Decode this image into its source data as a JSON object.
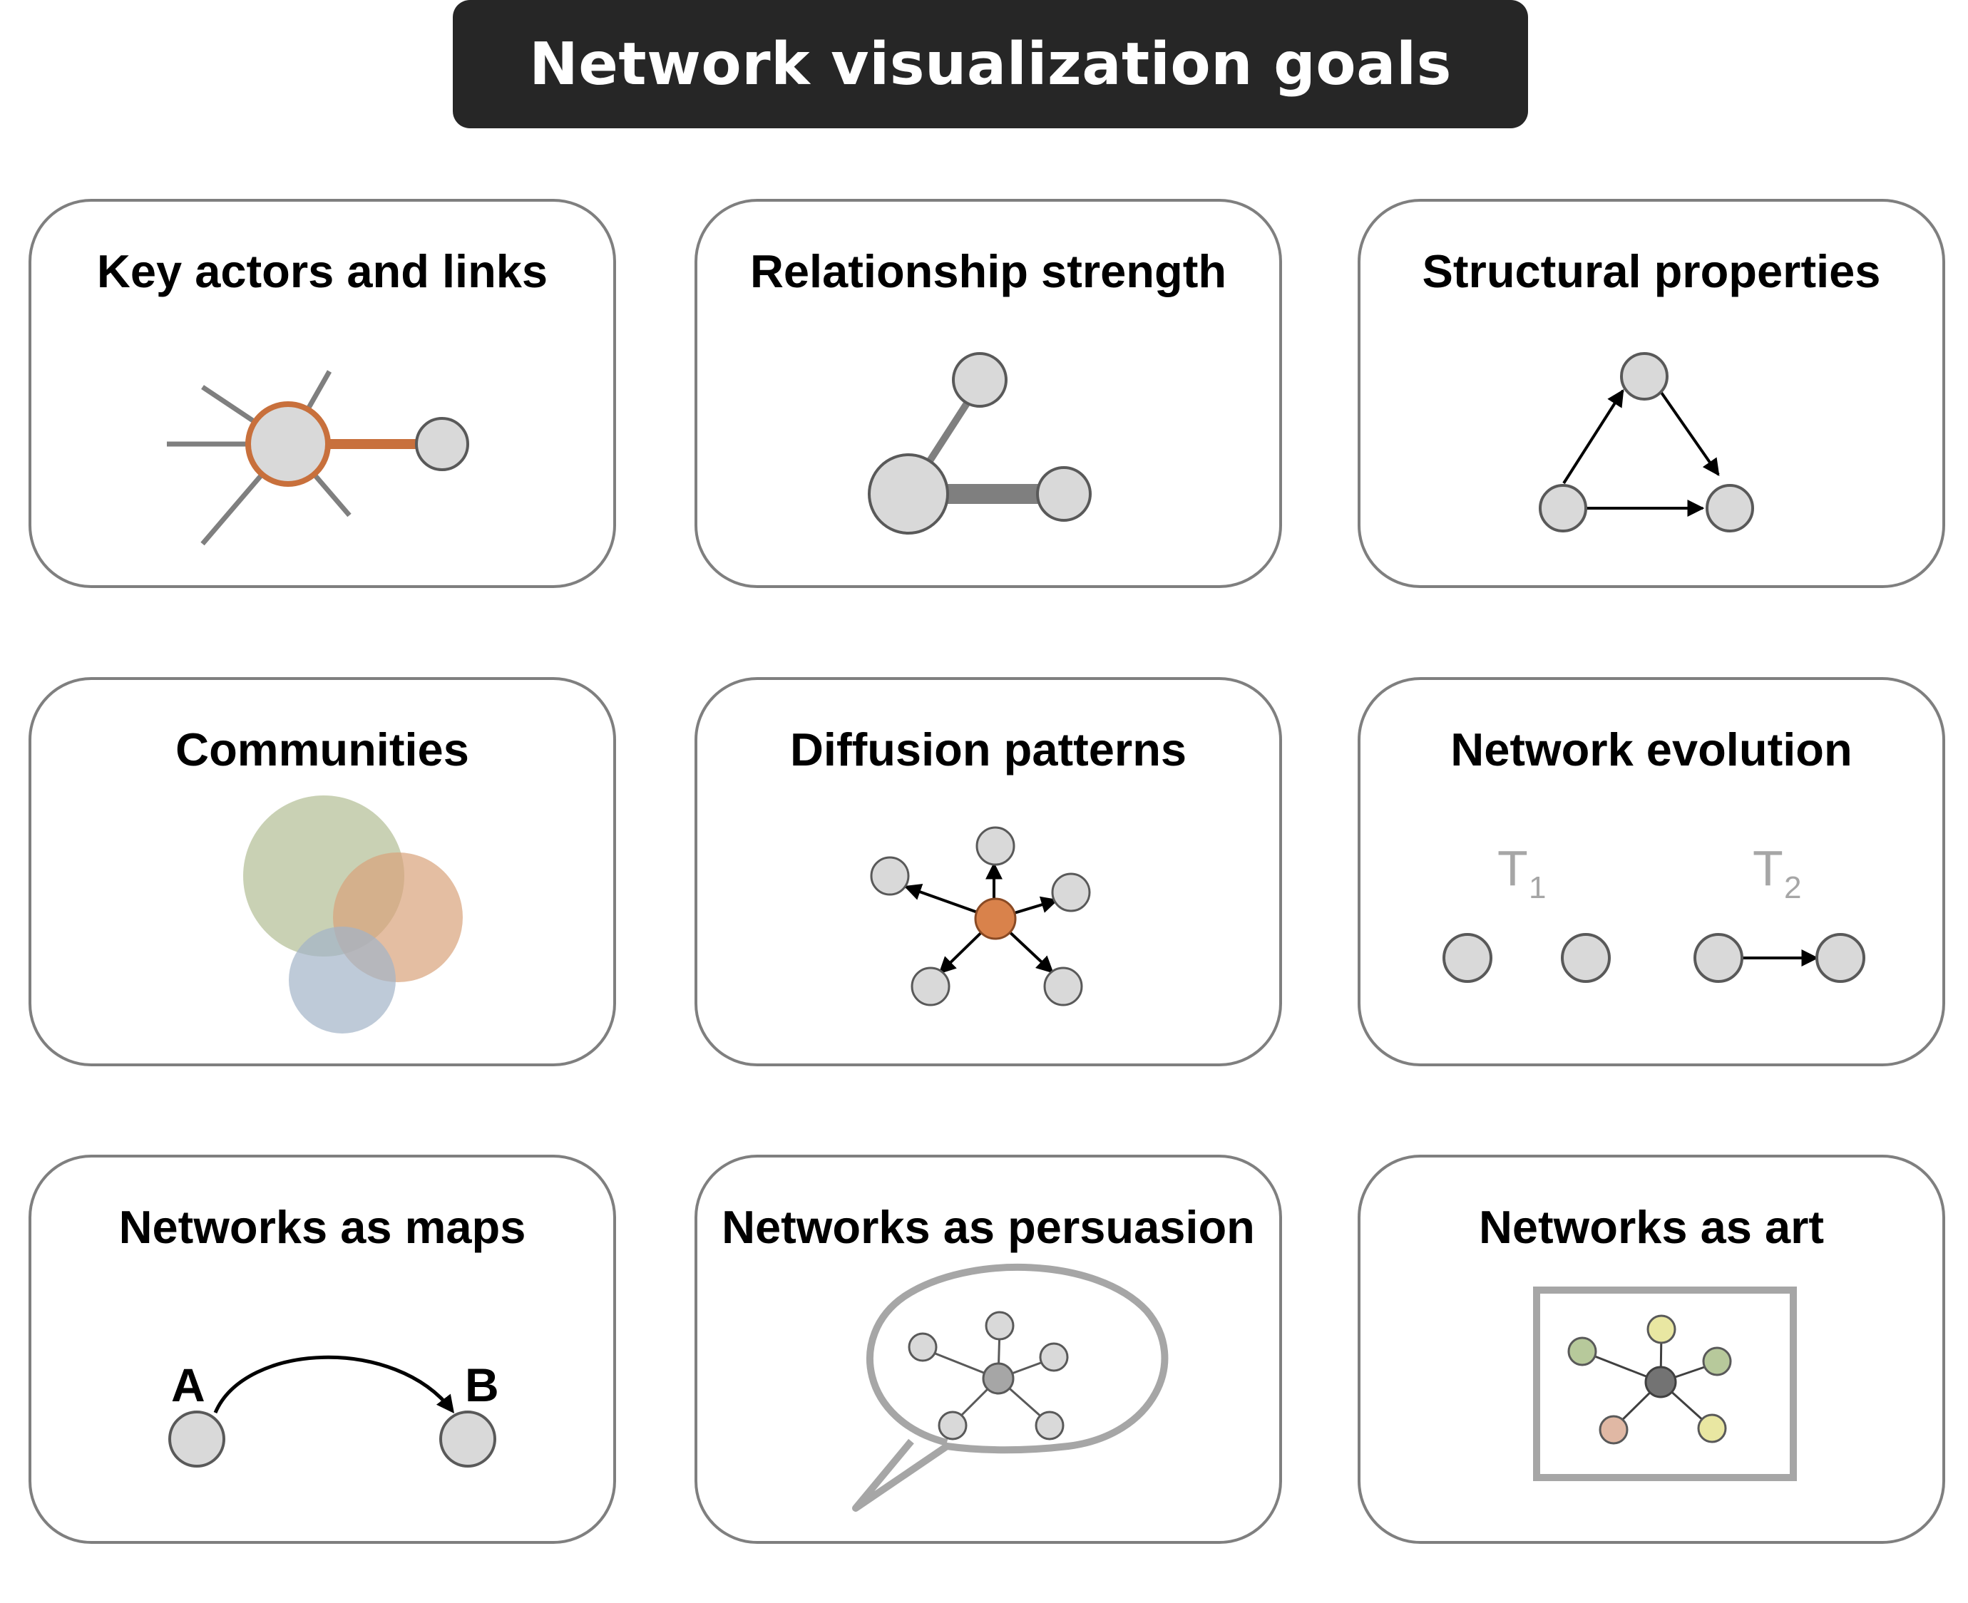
{
  "title": "Network visualization goals",
  "colors": {
    "node_fill": "#d9d9d9",
    "node_stroke": "#595959",
    "edge_gray": "#7f7f7f",
    "highlight_orange": "#c8703c",
    "orange_fill": "#d9824b",
    "community_green": "#b7c29b",
    "community_orange": "#d9a27a",
    "community_blue": "#a3b3c8",
    "art_frame": "#a6a6a6",
    "title_bar": "#262626"
  },
  "cards": [
    {
      "id": "key-actors",
      "title": "Key actors and links"
    },
    {
      "id": "relationship-strength",
      "title": "Relationship strength"
    },
    {
      "id": "structural-properties",
      "title": "Structural properties"
    },
    {
      "id": "communities",
      "title": "Communities"
    },
    {
      "id": "diffusion-patterns",
      "title": "Diffusion patterns"
    },
    {
      "id": "network-evolution",
      "title": "Network evolution",
      "time_labels": [
        {
          "letter": "T",
          "index": "1"
        },
        {
          "letter": "T",
          "index": "2"
        }
      ]
    },
    {
      "id": "networks-as-maps",
      "title": "Networks as maps",
      "node_labels": [
        "A",
        "B"
      ]
    },
    {
      "id": "networks-as-persuasion",
      "title": "Networks as persuasion"
    },
    {
      "id": "networks-as-art",
      "title": "Networks as art"
    }
  ]
}
